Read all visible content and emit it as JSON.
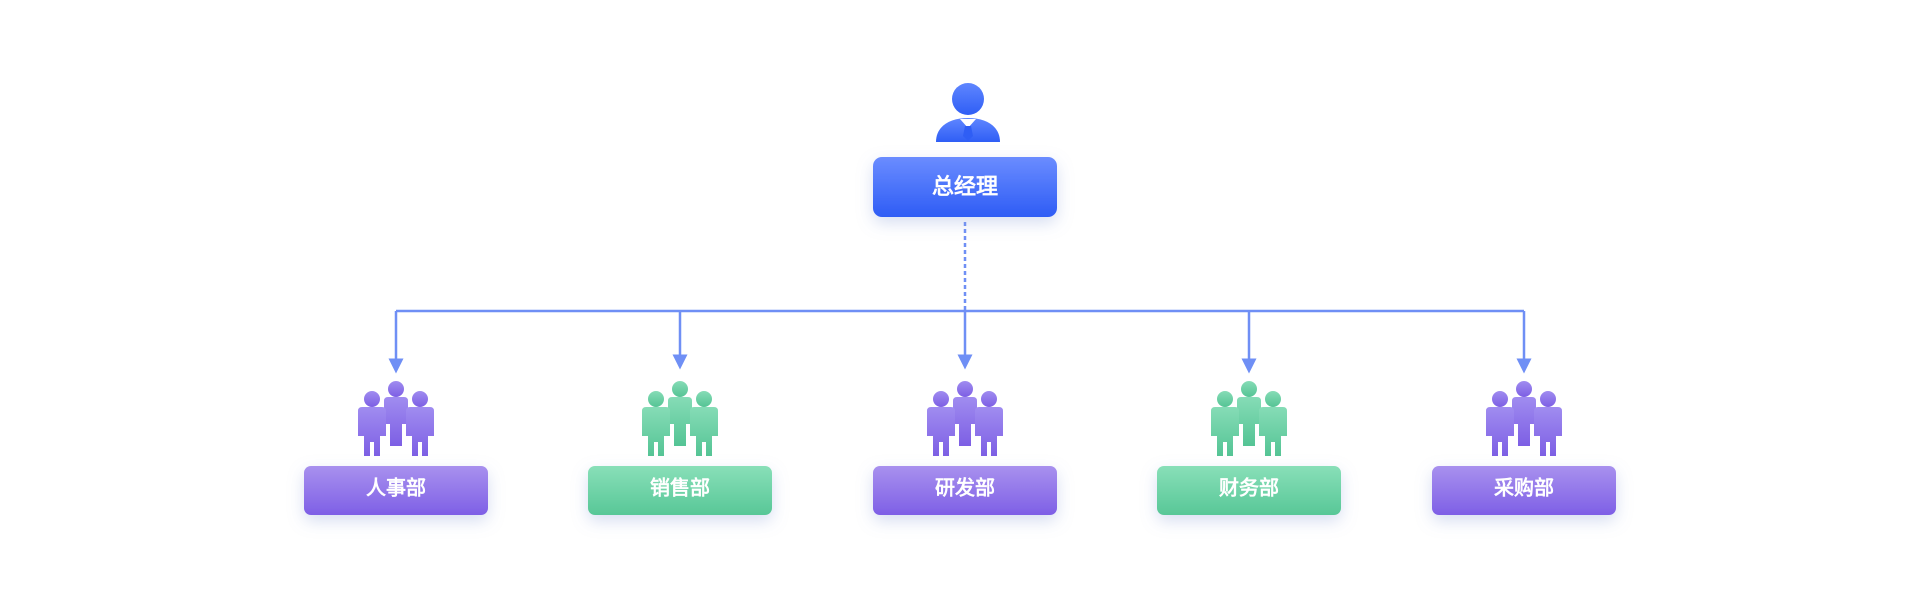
{
  "root": {
    "label": "总经理",
    "icon": "manager-person-icon",
    "gradient": [
      "#6a8cff",
      "#2e5cf5"
    ]
  },
  "departments": [
    {
      "label": "人事部",
      "icon": "people-group-icon",
      "theme": "purple"
    },
    {
      "label": "销售部",
      "icon": "people-group-icon",
      "theme": "green"
    },
    {
      "label": "研发部",
      "icon": "people-group-icon",
      "theme": "purple"
    },
    {
      "label": "财务部",
      "icon": "people-group-icon",
      "theme": "green"
    },
    {
      "label": "采购部",
      "icon": "people-group-icon",
      "theme": "purple"
    }
  ],
  "themes": {
    "purple": [
      "#a890ee",
      "#7e5fe6"
    ],
    "green": [
      "#88dfb8",
      "#58c797"
    ]
  },
  "connector_color": "#6f8ff5"
}
